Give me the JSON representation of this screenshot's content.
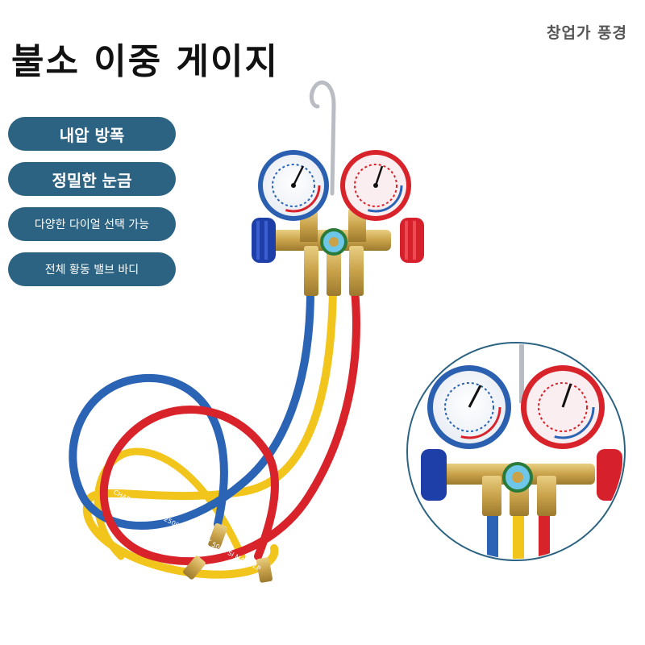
{
  "brand": {
    "name": "창업가 풍경"
  },
  "product": {
    "title": "불소 이중 게이지"
  },
  "features": [
    {
      "label": "내압 방폭"
    },
    {
      "label": "정밀한 눈금"
    },
    {
      "label": "다양한 다이얼 선택 가능"
    },
    {
      "label": "전체 황동 밸브 바디"
    }
  ],
  "hose_print": {
    "text": "CHARGING HOSE 2500 PSI BURST 500 PSI MAX W.P"
  },
  "colors": {
    "pill_bg": "#2d6382",
    "hose_blue": "#2b63b5",
    "hose_red": "#d8232a",
    "hose_yellow": "#f2c51c",
    "brass": "#c9a24a",
    "knob_blue": "#1f3fa8",
    "knob_red": "#d6202b",
    "inset_border": "#2d6382"
  }
}
